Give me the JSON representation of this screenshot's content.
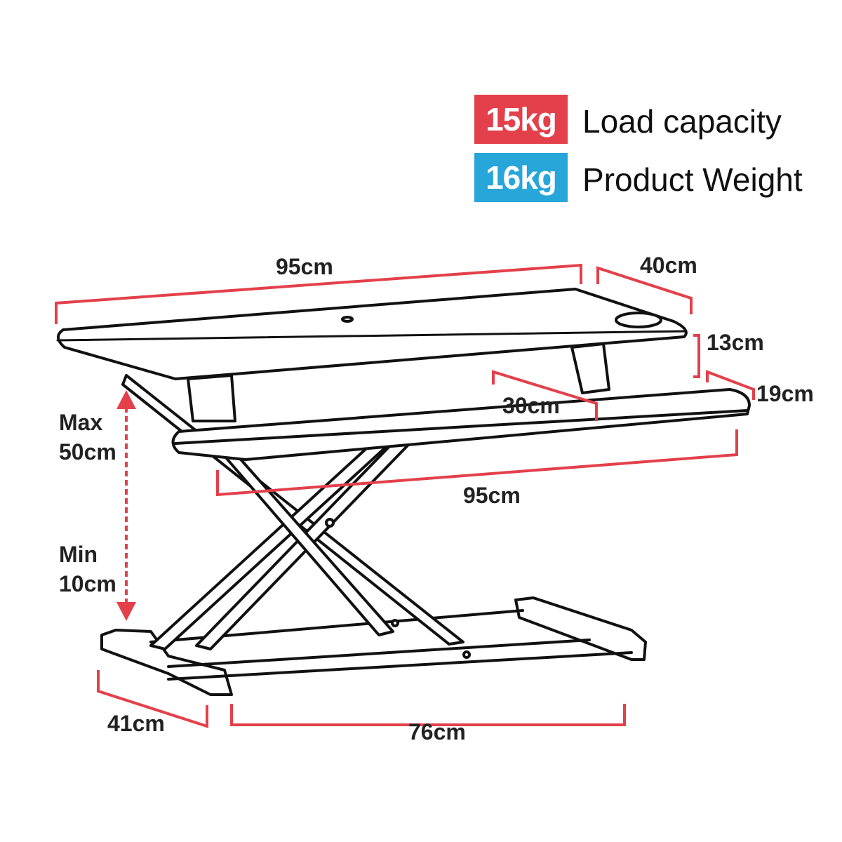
{
  "specs": [
    {
      "value": "15kg",
      "label": "Load capacity",
      "color": "#e3404b"
    },
    {
      "value": "16kg",
      "label": "Product Weight",
      "color": "#27a6d9"
    }
  ],
  "dimensions": {
    "top_width": "95cm",
    "top_depth": "40cm",
    "tier_gap": "13cm",
    "keyboard_depth": "19cm",
    "inner_depth": "30cm",
    "keyboard_width": "95cm",
    "base_depth": "41cm",
    "base_width": "76cm",
    "height_max_label": "Max",
    "height_max_value": "50cm",
    "height_min_label": "Min",
    "height_min_value": "10cm"
  },
  "colors": {
    "dimension_line": "#e3404b",
    "outline": "#111111"
  }
}
